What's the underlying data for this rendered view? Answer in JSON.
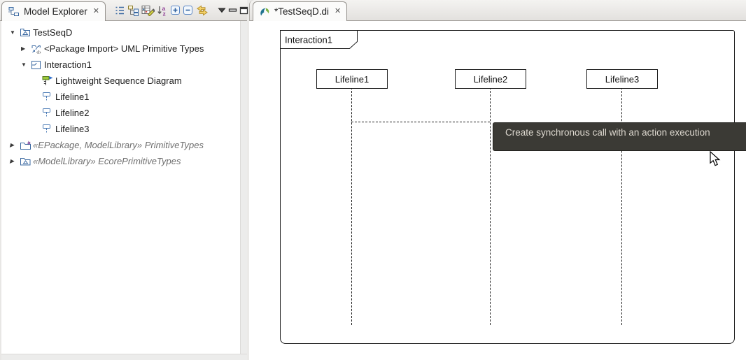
{
  "colors": {
    "tooltip_bg": "#3b3a35",
    "tooltip_text": "#ded9d0",
    "diagram_stroke": "#1a1a1a",
    "tree_muted_text": "#6f6f6f",
    "icon_blue": "#3a68a1",
    "chrome_gray": "#e3e1de"
  },
  "model_explorer": {
    "tab_label": "Model Explorer",
    "tab_icon": "model-explorer-view-icon",
    "close_glyph": "✕",
    "toolbar": {
      "icons": [
        "list-view-icon",
        "tree-view-icon",
        "customize-view-icon",
        "sort-alphabetical-icon",
        "expand-all-icon",
        "collapse-all-icon",
        "link-with-editor-icon"
      ],
      "menu_icons": [
        "view-menu-icon",
        "minimize-icon",
        "maximize-icon"
      ]
    },
    "tree": {
      "items": [
        {
          "label": "TestSeqD",
          "level": 0,
          "state": "expanded",
          "icon": "model-icon"
        },
        {
          "label": "<Package Import> UML Primitive Types",
          "level": 1,
          "state": "collapsed",
          "icon": "package-import-icon"
        },
        {
          "label": "Interaction1",
          "level": 1,
          "state": "expanded",
          "icon": "interaction-icon"
        },
        {
          "label": "Lightweight Sequence Diagram",
          "level": 2,
          "state": "leaf",
          "icon": "sequence-diagram-icon"
        },
        {
          "label": "Lifeline1",
          "level": 2,
          "state": "leaf",
          "icon": "lifeline-icon"
        },
        {
          "label": "Lifeline2",
          "level": 2,
          "state": "leaf",
          "icon": "lifeline-icon"
        },
        {
          "label": "Lifeline3",
          "level": 2,
          "state": "leaf",
          "icon": "lifeline-icon"
        },
        {
          "label": "«EPackage, ModelLibrary» PrimitiveTypes",
          "level": 0,
          "state": "collapsed",
          "icon": "epackage-icon",
          "muted": true
        },
        {
          "label": "«ModelLibrary» EcorePrimitiveTypes",
          "level": 0,
          "state": "collapsed",
          "icon": "model-library-icon",
          "muted": true
        }
      ]
    }
  },
  "editor": {
    "tab_label": "*TestSeqD.di",
    "tab_icon": "papyrus-icon",
    "close_glyph": "✕",
    "diagram": {
      "frame_label": "Interaction1",
      "lifelines": [
        {
          "name": "Lifeline1"
        },
        {
          "name": "Lifeline2"
        },
        {
          "name": "Lifeline3"
        }
      ],
      "tooltip_text": "Create synchronous call with an action execution"
    }
  }
}
